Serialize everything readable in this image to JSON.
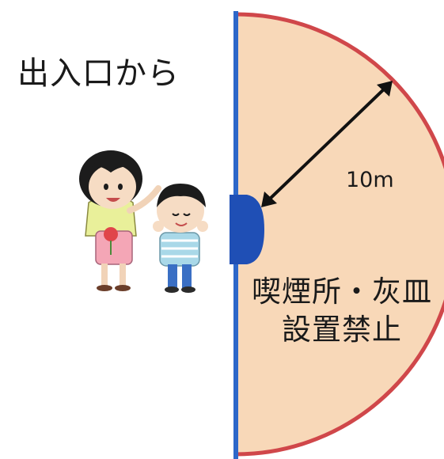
{
  "entrance_label": "出入口から",
  "radius_label": "10m",
  "prohibition": {
    "line1": "喫煙所・灰皿",
    "line2": "設置禁止"
  },
  "colors": {
    "zone_fill": "#f8d8b8",
    "zone_border": "#d0474a",
    "wall": "#2d67c9",
    "door": "#1f4fb5",
    "arrow": "#111111",
    "text": "#1a1a1a"
  },
  "icons": {
    "people": "mother-and-child-illustration",
    "door": "entrance-door-icon"
  }
}
